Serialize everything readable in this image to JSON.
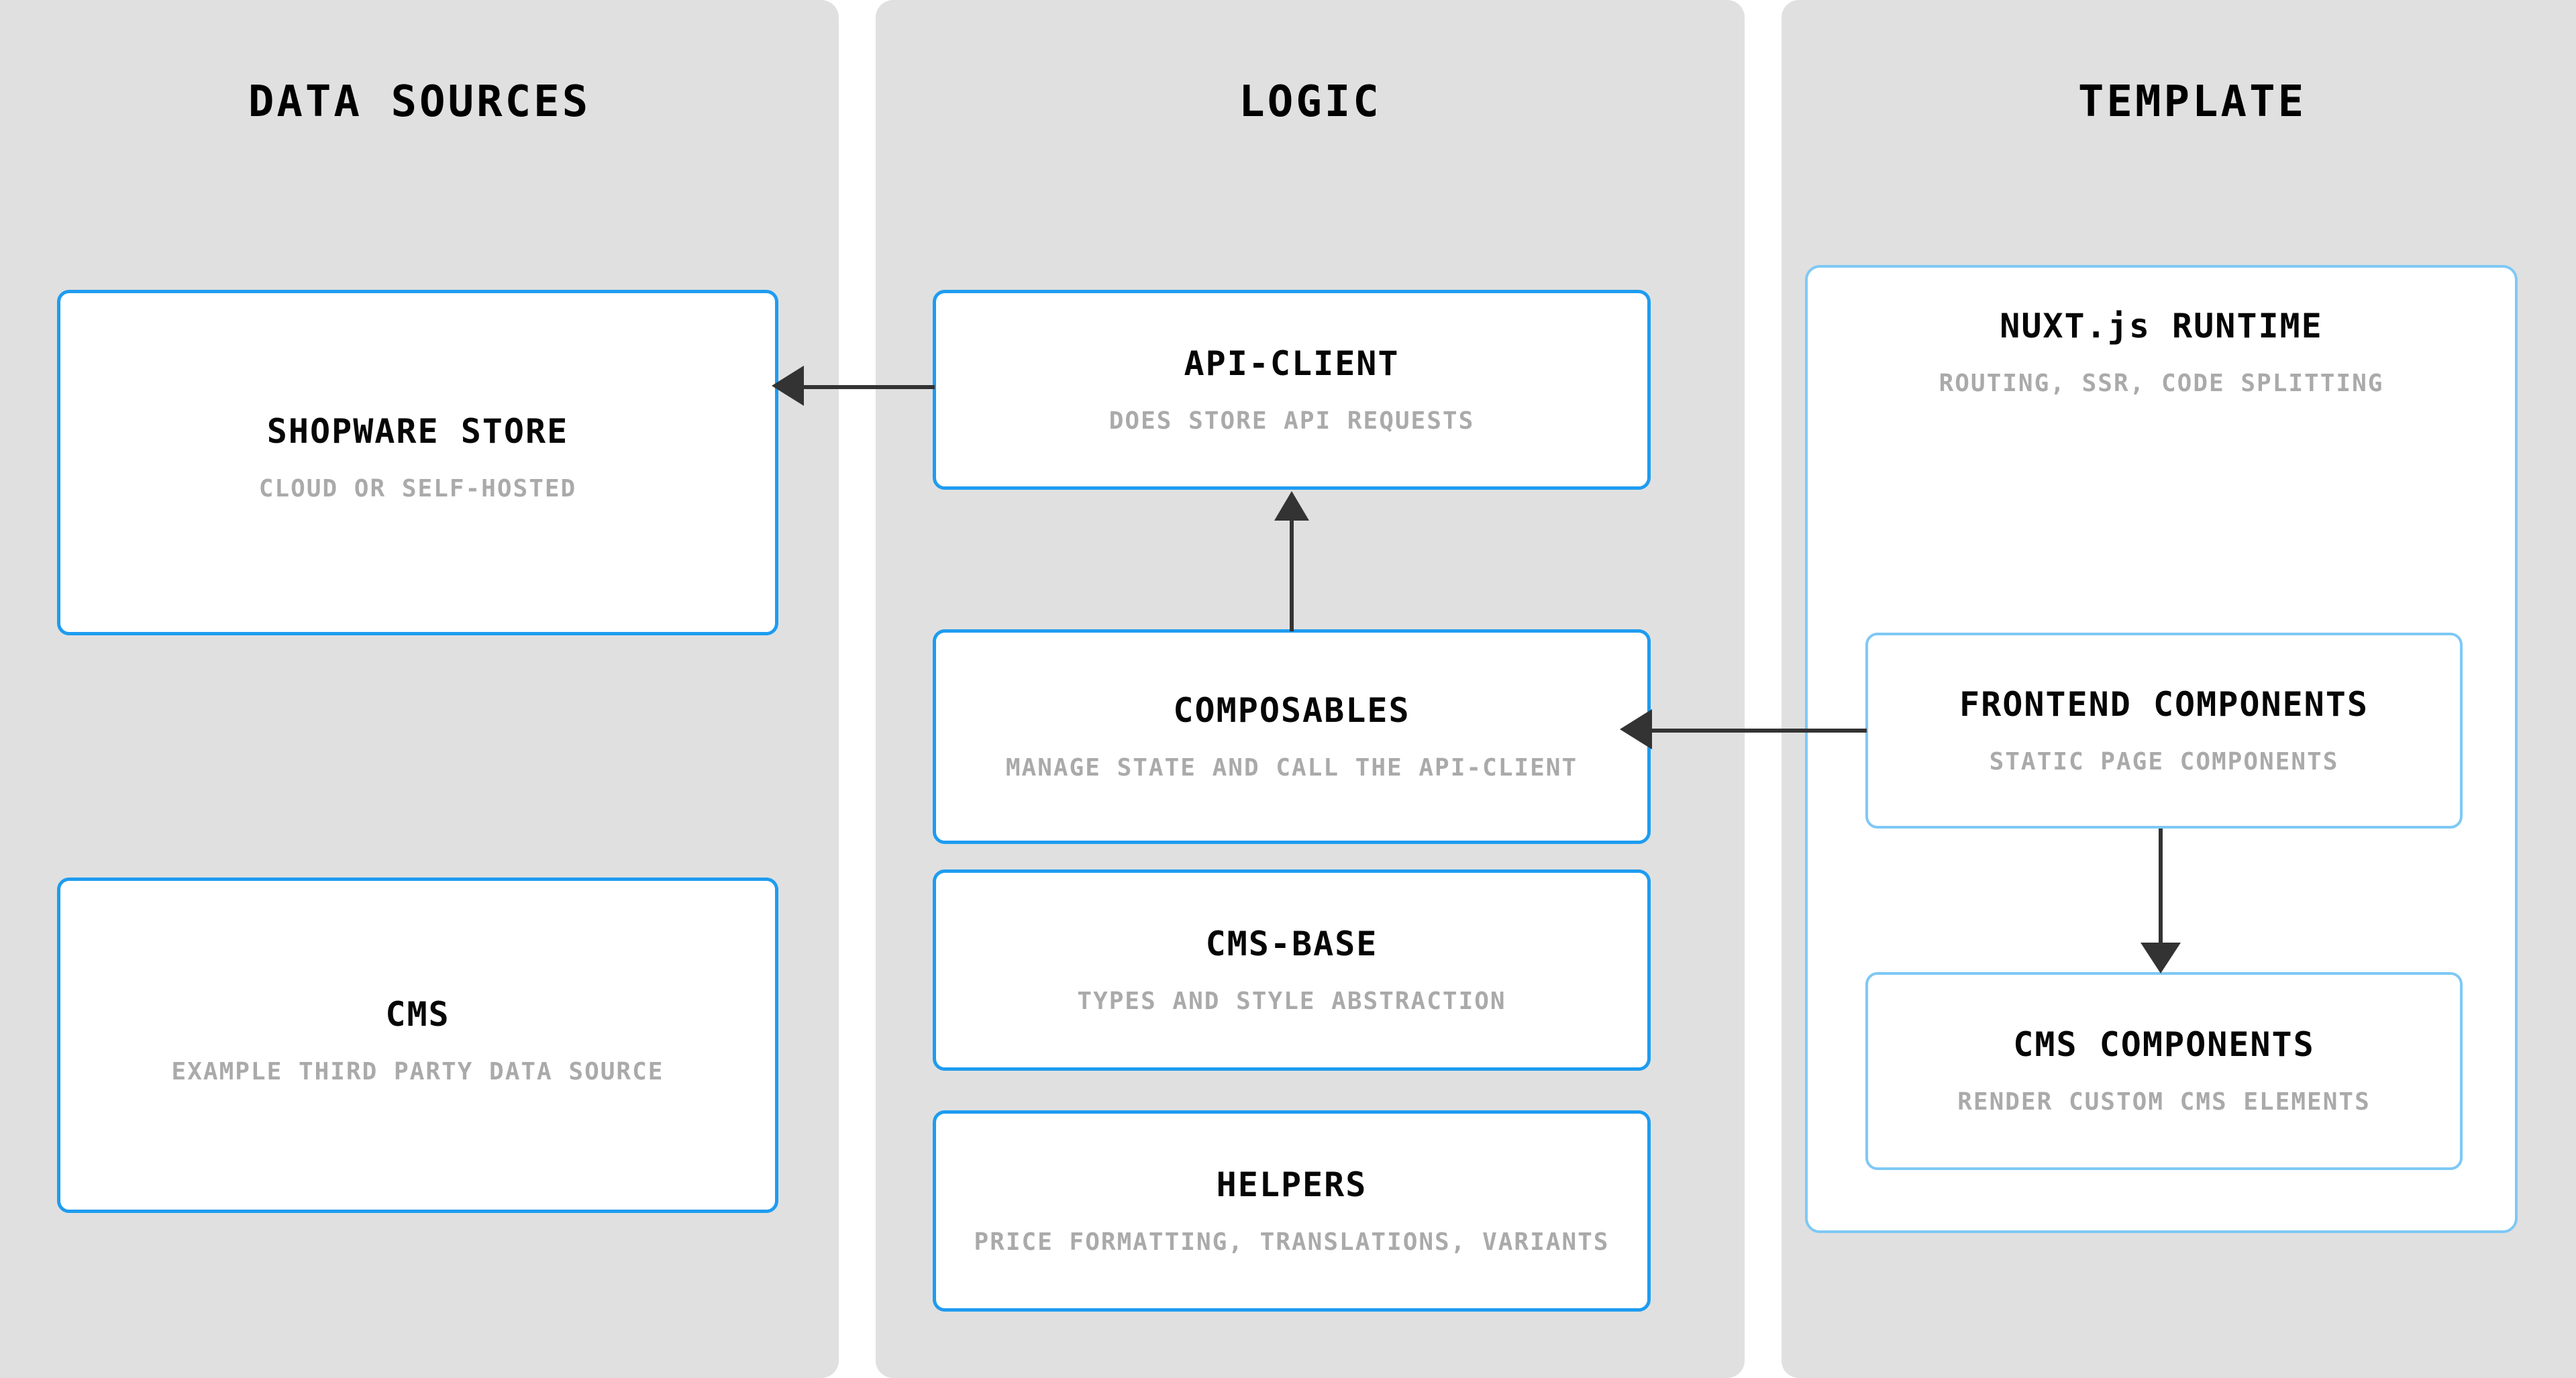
{
  "diagram": {
    "type": "layered-architecture-flow",
    "columns": [
      {
        "id": "data-sources",
        "title": "DATA SOURCES",
        "nodes": [
          {
            "id": "shopware-store",
            "title": "SHOPWARE STORE",
            "subtitle": "CLOUD OR SELF-HOSTED"
          },
          {
            "id": "cms",
            "title": "CMS",
            "subtitle": "EXAMPLE THIRD PARTY DATA SOURCE"
          }
        ]
      },
      {
        "id": "logic",
        "title": "LOGIC",
        "nodes": [
          {
            "id": "api-client",
            "title": "API-CLIENT",
            "subtitle": "DOES STORE API REQUESTS"
          },
          {
            "id": "composables",
            "title": "COMPOSABLES",
            "subtitle": "MANAGE STATE AND CALL THE API-CLIENT"
          },
          {
            "id": "cms-base",
            "title": "CMS-BASE",
            "subtitle": "TYPES AND STYLE ABSTRACTION"
          },
          {
            "id": "helpers",
            "title": "HELPERS",
            "subtitle": "PRICE FORMATTING, TRANSLATIONS, VARIANTS"
          }
        ]
      },
      {
        "id": "template",
        "title": "TEMPLATE",
        "nodes": [
          {
            "id": "nuxt-runtime",
            "title": "NUXT.js RUNTIME",
            "subtitle": "ROUTING, SSR, CODE SPLITTING",
            "children": [
              {
                "id": "frontend-components",
                "title": "FRONTEND COMPONENTS",
                "subtitle": "STATIC PAGE COMPONENTS"
              },
              {
                "id": "cms-components",
                "title": "CMS COMPONENTS",
                "subtitle": "RENDER CUSTOM CMS ELEMENTS"
              }
            ]
          }
        ]
      }
    ],
    "connections": [
      {
        "id": "apiclient-to-shopware",
        "from": "api-client",
        "to": "shopware-store",
        "direction": "left"
      },
      {
        "id": "composables-to-apiclient",
        "from": "composables",
        "to": "api-client",
        "direction": "up"
      },
      {
        "id": "frontend-to-composables",
        "from": "frontend-components",
        "to": "composables",
        "direction": "left"
      },
      {
        "id": "frontend-to-cmscomponents",
        "from": "frontend-components",
        "to": "cms-components",
        "direction": "down"
      }
    ],
    "colors": {
      "panel_background": "#e0e0e0",
      "node_border": "#1e9cf0",
      "node_border_nested": "#7ec8f5",
      "node_background": "#ffffff",
      "title_text": "#000000",
      "subtitle_text": "#aaaaaa",
      "connector": "#333333"
    }
  }
}
